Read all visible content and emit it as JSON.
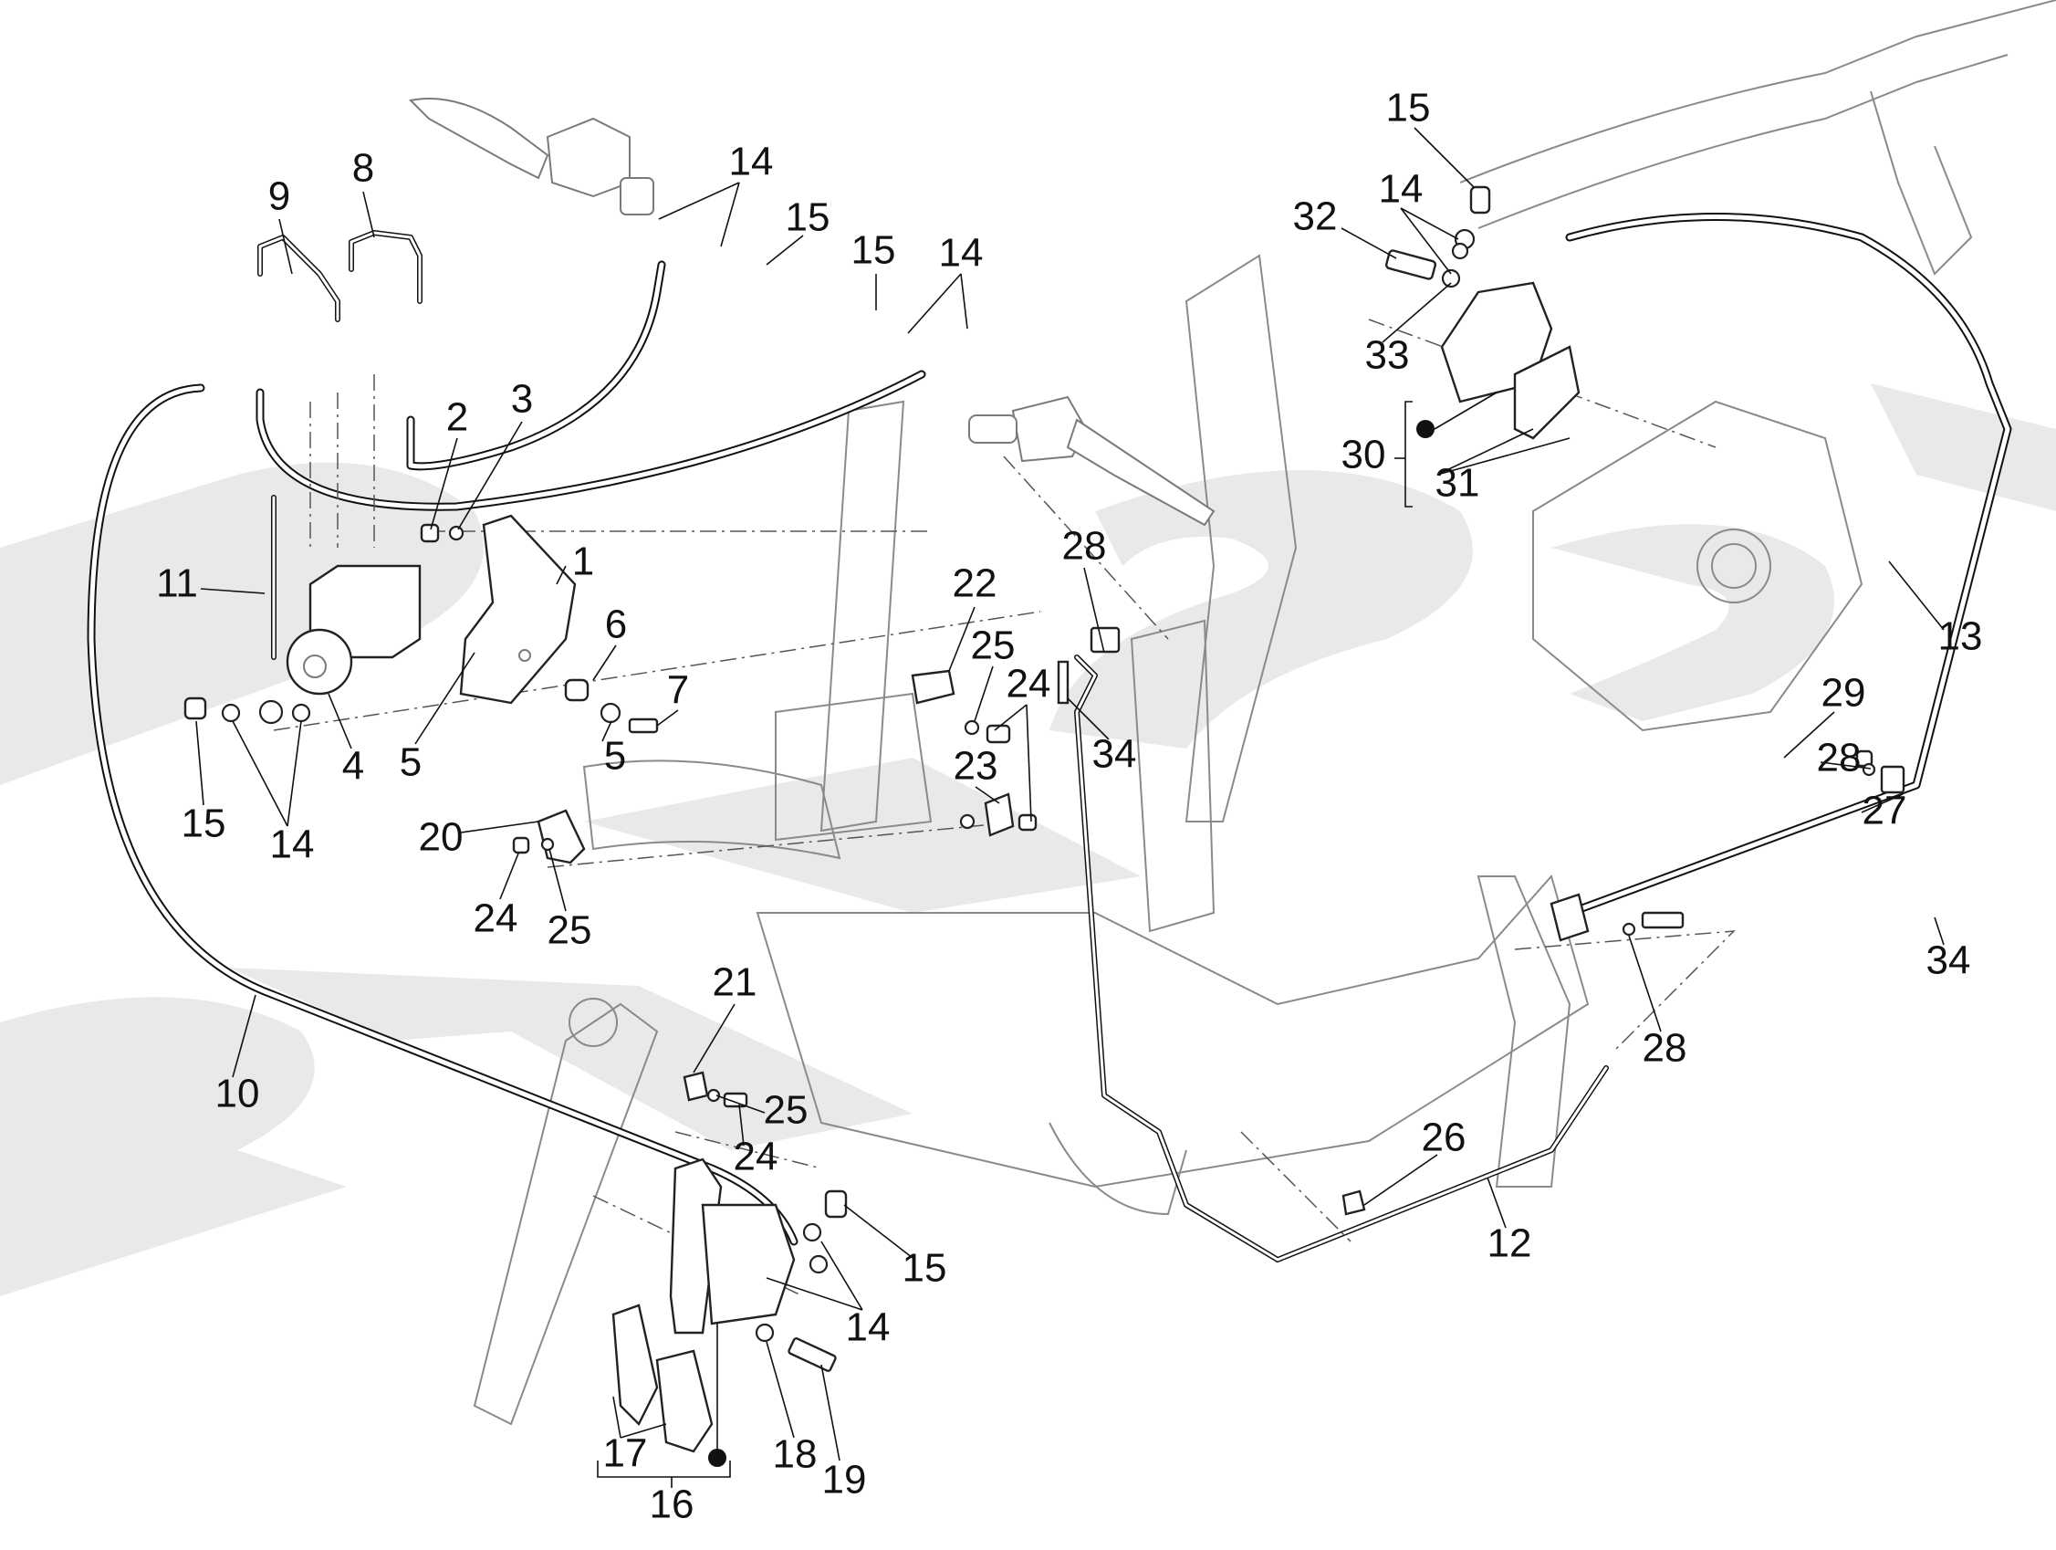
{
  "diagram": {
    "title": "Brake lines - ABS - calipers exploded view",
    "watermark": "PARTS",
    "background_color": "#ffffff",
    "watermark_color": "#e9e9e9",
    "line_color": "#111111",
    "callouts": [
      {
        "id": "c1",
        "label": "1"
      },
      {
        "id": "c2",
        "label": "2"
      },
      {
        "id": "c3",
        "label": "3"
      },
      {
        "id": "c4",
        "label": "4"
      },
      {
        "id": "c5a",
        "label": "5"
      },
      {
        "id": "c5b",
        "label": "5"
      },
      {
        "id": "c6",
        "label": "6"
      },
      {
        "id": "c7",
        "label": "7"
      },
      {
        "id": "c8",
        "label": "8"
      },
      {
        "id": "c9",
        "label": "9"
      },
      {
        "id": "c10",
        "label": "10"
      },
      {
        "id": "c11",
        "label": "11"
      },
      {
        "id": "c12",
        "label": "12"
      },
      {
        "id": "c13",
        "label": "13"
      },
      {
        "id": "c14a",
        "label": "14"
      },
      {
        "id": "c14b",
        "label": "14"
      },
      {
        "id": "c14c",
        "label": "14"
      },
      {
        "id": "c14d",
        "label": "14"
      },
      {
        "id": "c14e",
        "label": "14"
      },
      {
        "id": "c15a",
        "label": "15"
      },
      {
        "id": "c15b",
        "label": "15"
      },
      {
        "id": "c15c",
        "label": "15"
      },
      {
        "id": "c15d",
        "label": "15"
      },
      {
        "id": "c15e",
        "label": "15"
      },
      {
        "id": "c16",
        "label": "16"
      },
      {
        "id": "c17",
        "label": "17"
      },
      {
        "id": "c18",
        "label": "18"
      },
      {
        "id": "c19",
        "label": "19"
      },
      {
        "id": "c20",
        "label": "20"
      },
      {
        "id": "c21",
        "label": "21"
      },
      {
        "id": "c22",
        "label": "22"
      },
      {
        "id": "c23",
        "label": "23"
      },
      {
        "id": "c24a",
        "label": "24"
      },
      {
        "id": "c24b",
        "label": "24"
      },
      {
        "id": "c24c",
        "label": "24"
      },
      {
        "id": "c25a",
        "label": "25"
      },
      {
        "id": "c25b",
        "label": "25"
      },
      {
        "id": "c25c",
        "label": "25"
      },
      {
        "id": "c26",
        "label": "26"
      },
      {
        "id": "c27",
        "label": "27"
      },
      {
        "id": "c28a",
        "label": "28"
      },
      {
        "id": "c28b",
        "label": "28"
      },
      {
        "id": "c28c",
        "label": "28"
      },
      {
        "id": "c29",
        "label": "29"
      },
      {
        "id": "c30",
        "label": "30"
      },
      {
        "id": "c31",
        "label": "31"
      },
      {
        "id": "c32",
        "label": "32"
      },
      {
        "id": "c33",
        "label": "33"
      },
      {
        "id": "c34a",
        "label": "34"
      },
      {
        "id": "c34b",
        "label": "34"
      }
    ]
  }
}
